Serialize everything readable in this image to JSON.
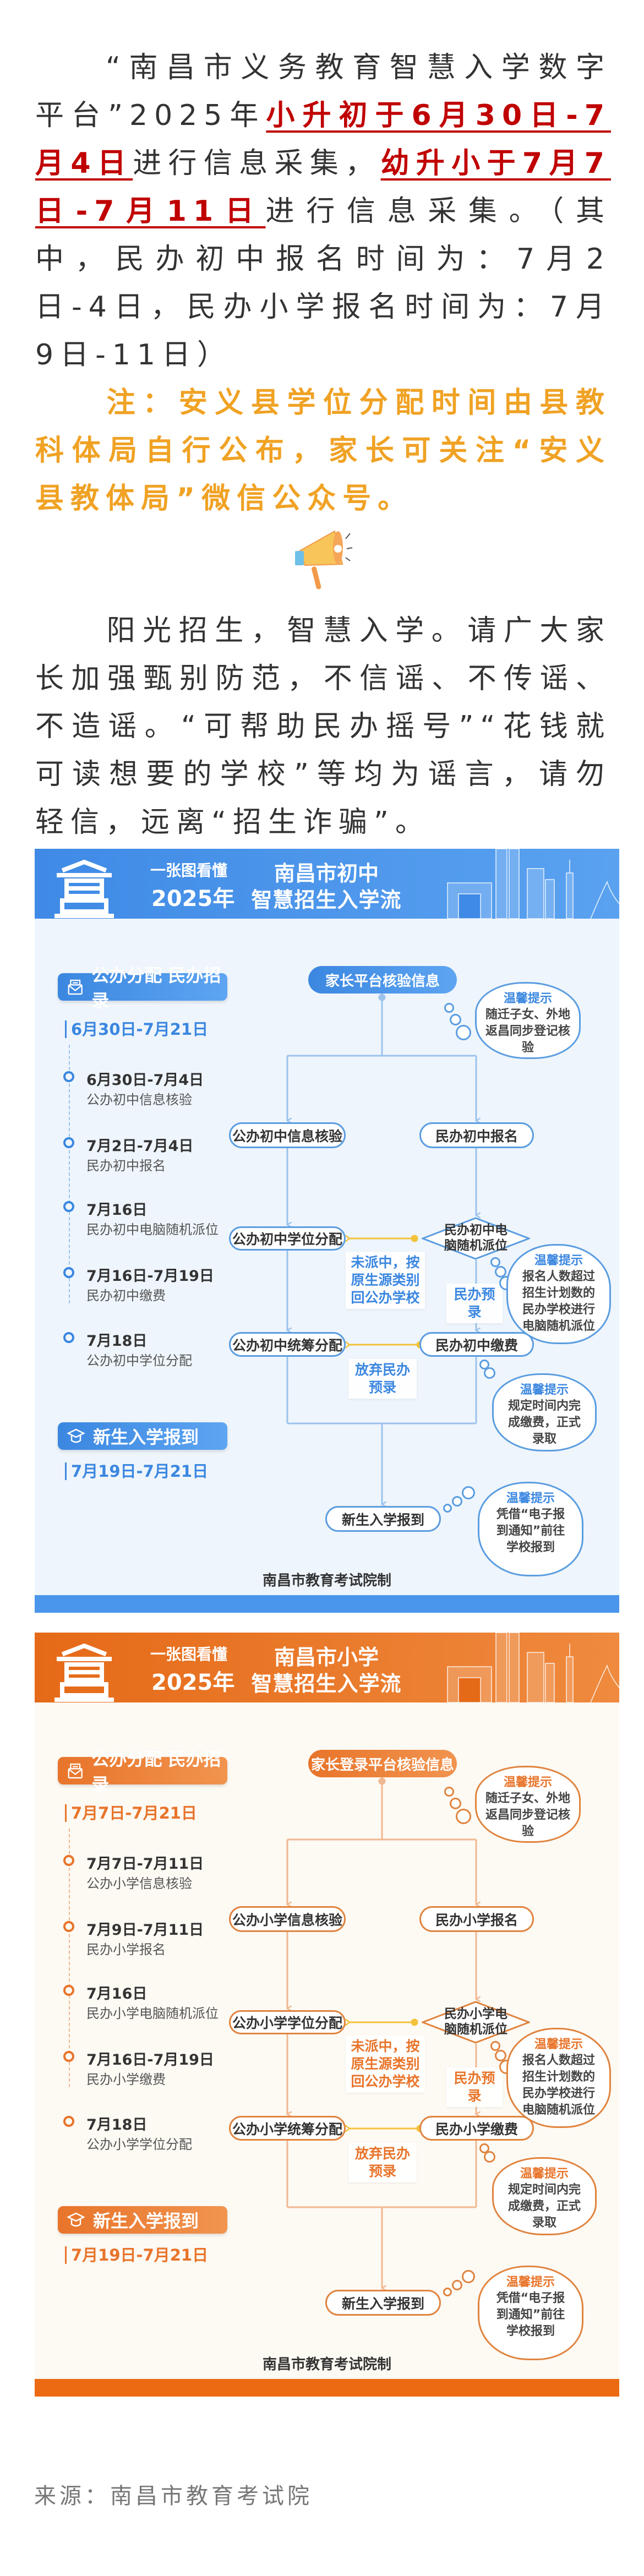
{
  "article": {
    "para1": {
      "a": "“南昌市义务教育智慧入学数字平台”2025年",
      "b": "小升初于6月30日-7月4日",
      "c": "进行信息采集，",
      "d": "幼升小于7月7日-7月11日",
      "e": "进行信息采集。（其中，民办初中报名时间为：7月2日-4日，民办小学报名时间为：7月9日-11日）"
    },
    "note": "注：安义县学位分配时间由县教科体局自行公布，家长可关注“安义县教体局”微信公众号。",
    "megaphone_icon": "megaphone-icon",
    "para2": "阳光招生，智慧入学。请广大家长加强甄别防范，不信谣、不传谣、不造谣。“可帮助民办摇号”“花钱就可读想要的学校”等均为谣言，请勿轻信，远离“招生诈骗”。",
    "source": "来源：南昌市教育考试院",
    "colors": {
      "emphasis_red": "#c00000",
      "note_orange": "#f0a224",
      "body_text": "#333333"
    }
  },
  "infographics": [
    {
      "theme": {
        "hdr1": "#3f8ae6",
        "hdr2": "#5aa2f0",
        "acc": "#3b87e0",
        "acc2": "#5ea5f2",
        "bg": "#eef5fc",
        "box": "#5b9de0",
        "line": "#9cc3ec",
        "strip": "#4a96ec"
      },
      "header": {
        "subtitle": "一张图看懂",
        "year": "2025年",
        "title1": "南昌市初中",
        "title2": "智慧招生入学流程"
      },
      "section1": {
        "label": "公办分配 民办招录",
        "range": "6月30日-7月21日"
      },
      "timeline": [
        {
          "date": "6月30日-7月4日",
          "desc": "公办初中信息核验"
        },
        {
          "date": "7月2日-7月4日",
          "desc": "民办初中报名"
        },
        {
          "date": "7月16日",
          "desc": "民办初中电脑随机派位"
        },
        {
          "date": "7月16日-7月19日",
          "desc": "民办初中缴费"
        },
        {
          "date": "7月18日",
          "desc": "公办初中学位分配"
        }
      ],
      "section2": {
        "label": "新生入学报到",
        "range": "7月19日-7月21日"
      },
      "flow": {
        "top": "家长平台核验信息",
        "left1": "公办初中信息核验",
        "right1": "民办初中报名",
        "left2": "公办初中学位分配",
        "diamond": "民办初中电脑随机派位",
        "label_left": "未派中，按原生源类别回公办学校",
        "label_right": "民办预录",
        "left3": "公办初中统筹分配",
        "right3": "民办初中缴费",
        "label_giveup": "放弃民办预录",
        "final": "新生入学报到"
      },
      "tips": [
        {
          "title": "温馨提示",
          "text": "随迁子女、外地返昌同步登记核验"
        },
        {
          "title": "温馨提示",
          "text": "报名人数超过招生计划数的民办学校进行电脑随机派位"
        },
        {
          "title": "温馨提示",
          "text": "规定时间内完成缴费，正式录取"
        },
        {
          "title": "温馨提示",
          "text": "凭借“电子报到通知”前往学校报到"
        }
      ],
      "maker": "南昌市教育考试院制"
    },
    {
      "theme": {
        "hdr1": "#e56a18",
        "hdr2": "#ef8a3e",
        "acc": "#e8742a",
        "acc2": "#f1944f",
        "bg": "#fdf9f3",
        "box": "#e0843f",
        "line": "#f0b890",
        "strip": "#ec6a12"
      },
      "header": {
        "subtitle": "一张图看懂",
        "year": "2025年",
        "title1": "南昌市小学",
        "title2": "智慧招生入学流程"
      },
      "section1": {
        "label": "公办分配 民办招录",
        "range": "7月7日-7月21日"
      },
      "timeline": [
        {
          "date": "7月7日-7月11日",
          "desc": "公办小学信息核验"
        },
        {
          "date": "7月9日-7月11日",
          "desc": "民办小学报名"
        },
        {
          "date": "7月16日",
          "desc": "民办小学电脑随机派位"
        },
        {
          "date": "7月16日-7月19日",
          "desc": "民办小学缴费"
        },
        {
          "date": "7月18日",
          "desc": "公办小学学位分配"
        }
      ],
      "section2": {
        "label": "新生入学报到",
        "range": "7月19日-7月21日"
      },
      "flow": {
        "top": "家长登录平台核验信息",
        "left1": "公办小学信息核验",
        "right1": "民办小学报名",
        "left2": "公办小学学位分配",
        "diamond": "民办小学电脑随机派位",
        "label_left": "未派中，按原生源类别回公办学校",
        "label_right": "民办预录",
        "left3": "公办小学统筹分配",
        "right3": "民办小学缴费",
        "label_giveup": "放弃民办预录",
        "final": "新生入学报到"
      },
      "tips": [
        {
          "title": "温馨提示",
          "text": "随迁子女、外地返昌同步登记核验"
        },
        {
          "title": "温馨提示",
          "text": "报名人数超过招生计划数的民办学校进行电脑随机派位"
        },
        {
          "title": "温馨提示",
          "text": "规定时间内完成缴费，正式录取"
        },
        {
          "title": "温馨提示",
          "text": "凭借“电子报到通知”前往学校报到"
        }
      ],
      "maker": "南昌市教育考试院制"
    }
  ]
}
